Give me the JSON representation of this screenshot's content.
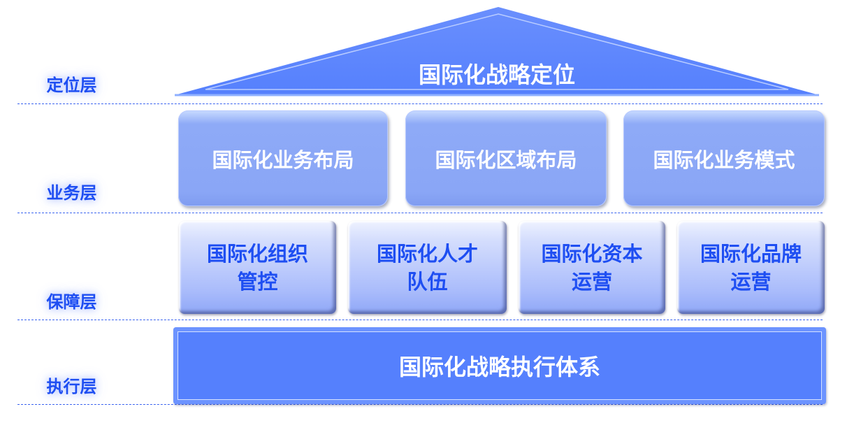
{
  "layers": {
    "positioning": "定位层",
    "business": "业务层",
    "support": "保障层",
    "execution": "执行层"
  },
  "roof": {
    "title": "国际化战略定位"
  },
  "business_boxes": [
    "国际化业务布局",
    "国际化区域布局",
    "国际化业务模式"
  ],
  "support_boxes": [
    {
      "line1": "国际化组织",
      "line2": "管控"
    },
    {
      "line1": "国际化人才",
      "line2": "队伍"
    },
    {
      "line1": "国际化资本",
      "line2": "运营"
    },
    {
      "line1": "国际化品牌",
      "line2": "运营"
    }
  ],
  "execution": {
    "title": "国际化战略执行体系"
  },
  "colors": {
    "accent": "#1e4ef2",
    "roof": "#5580fd",
    "exec": "#5580fd"
  }
}
